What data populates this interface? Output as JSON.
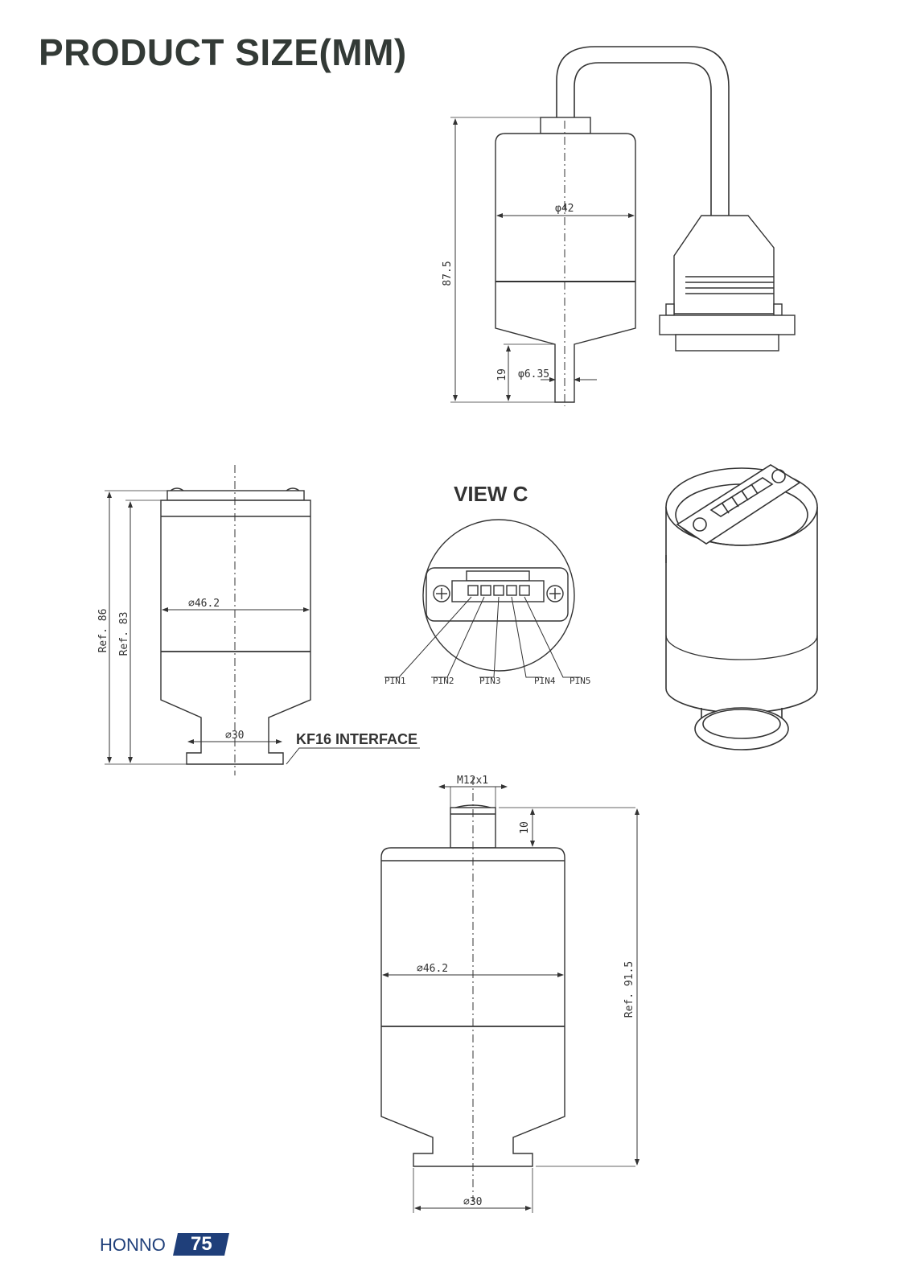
{
  "page": {
    "title": "PRODUCT SIZE(MM)",
    "footer_brand": "HONNO",
    "page_number": "75"
  },
  "drawing_top": {
    "dia_body": "φ42",
    "height": "87.5",
    "stem_height": "19",
    "stem_dia": "φ6.35"
  },
  "drawing_left": {
    "dia_body": "∅46.2",
    "ref_outer": "Ref. 86",
    "ref_inner": "Ref. 83",
    "dia_flange": "∅30",
    "interface_label": "KF16 INTERFACE"
  },
  "view_c": {
    "title": "VIEW C",
    "pins": [
      "PIN1",
      "PIN2",
      "PIN3",
      "PIN4",
      "PIN5"
    ]
  },
  "drawing_bottom": {
    "thread": "M12x1",
    "top_height": "10",
    "dia_body": "∅46.2",
    "ref_height": "Ref. 91.5",
    "dia_flange": "∅30"
  }
}
